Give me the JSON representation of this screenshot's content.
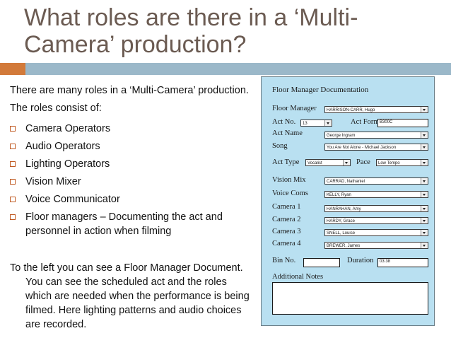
{
  "slide": {
    "title": "What roles are there in a ‘Multi-Camera’ production?",
    "intro": "There are many roles in a ‘Multi-Camera’ production. The roles consist of:",
    "roles": [
      "Camera Operators",
      "Audio Operators",
      "Lighting Operators",
      "Vision Mixer",
      "Voice Communicator",
      "Floor managers – Documenting the act and personnel in action when filming"
    ],
    "closing": "To the left you can see a Floor Manager Document. You can see the scheduled act and the roles which are needed when the performance is being filmed. Here lighting patterns and audio choices are recorded."
  },
  "form": {
    "title": "Floor Manager Documentation",
    "labels": {
      "floor_manager": "Floor Manager",
      "act_no": "Act No.",
      "act_form": "Act Form",
      "act_name": "Act Name",
      "song": "Song",
      "act_type": "Act Type",
      "pace": "Pace",
      "vision_mix": "Vision Mix",
      "voice_coms": "Voice Coms",
      "camera1": "Camera 1",
      "camera2": "Camera 2",
      "camera3": "Camera 3",
      "camera4": "Camera 4",
      "bin_no": "Bin No.",
      "duration": "Duration",
      "additional_notes": "Additional Notes"
    },
    "values": {
      "floor_manager": "HARRISON-CARR, Hugo",
      "act_no": "13",
      "act_form": "B300C",
      "act_name": "George Ingram",
      "song": "You Are Not Alone - Michael Jackson",
      "act_type": "Vocalist",
      "pace": "Low Tempo",
      "vision_mix": "CARRAD, Nathaniel",
      "voice_coms": "KELLY, Ryan",
      "camera1": "HANRAHAN, Amy",
      "camera2": "HARDY, Grace",
      "camera3": "SNELL, Louise",
      "camera4": "BREWER, James",
      "bin_no": "",
      "duration": "03:38",
      "additional_notes": ""
    }
  },
  "colors": {
    "title": "#6b5b52",
    "accent_orange": "#d27a3a",
    "accent_blue": "#9bb8c9",
    "form_bg": "#b9e0f1"
  }
}
